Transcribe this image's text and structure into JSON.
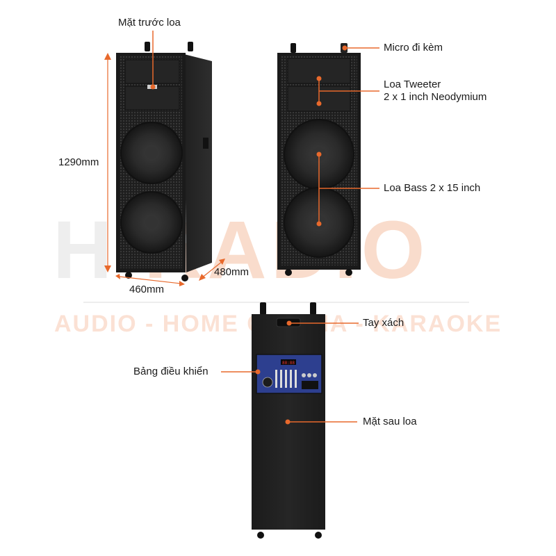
{
  "watermark": {
    "brand_h": "H",
    "brand_rest": "RADIO",
    "tagline": "AUDIO - HOME CINEMA - KARAOKE"
  },
  "labels": {
    "front": "Mặt trước loa",
    "mic": "Micro đi kèm",
    "tweeter_line1": "Loa Tweeter",
    "tweeter_line2": "2 x 1 inch Neodymium",
    "bass": "Loa Bass 2 x 15 inch",
    "handle": "Tay xách",
    "control_panel": "Bảng điều khiển",
    "back": "Mặt sau loa"
  },
  "dimensions": {
    "height": "1290mm",
    "width": "460mm",
    "depth": "480mm"
  },
  "panel_display": "88:88",
  "colors": {
    "accent": "#e8692c",
    "cabinet": "#1c1c1c",
    "grille": "#2a2a2a",
    "panel": "#2d3f8f"
  }
}
